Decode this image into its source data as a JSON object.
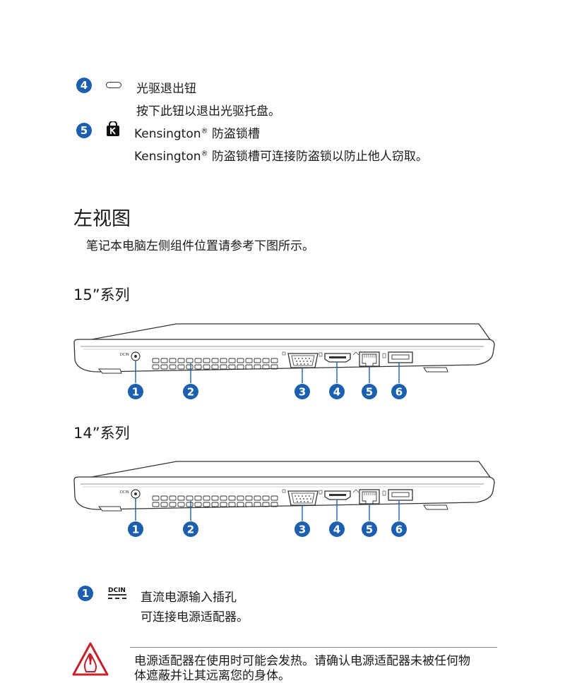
{
  "items_top": [
    {
      "num": "4",
      "title": "光驱退出钮",
      "desc": "按下此钮以退出光驱托盘。"
    },
    {
      "num": "5",
      "title_pre": "Kensington",
      "title_post": " 防盗锁槽",
      "desc_pre": "Kensington",
      "desc_post": " 防盗锁槽可连接防盗锁以防止他人窃取。"
    }
  ],
  "reg_mark": "®",
  "section": {
    "title": "左视图",
    "desc": "笔记本电脑左侧组件位置请参考下图所示。"
  },
  "series": [
    {
      "label": "15”系列"
    },
    {
      "label": "14”系列"
    }
  ],
  "callouts": [
    "1",
    "2",
    "3",
    "4",
    "5",
    "6"
  ],
  "port_labels": {
    "dcin": "DCIN"
  },
  "item_bottom": {
    "num": "1",
    "icon_text": "DCIN",
    "title": "直流电源输入插孔",
    "desc": "可连接电源适配器。"
  },
  "warning": {
    "line1": "电源适配器在使用时可能会发热。请确认电源适配器未被任何物",
    "line2": "体遮蔽并让其远离您的身体。"
  },
  "colors": {
    "accent": "#1b5fae",
    "warning": "#c8202a"
  }
}
